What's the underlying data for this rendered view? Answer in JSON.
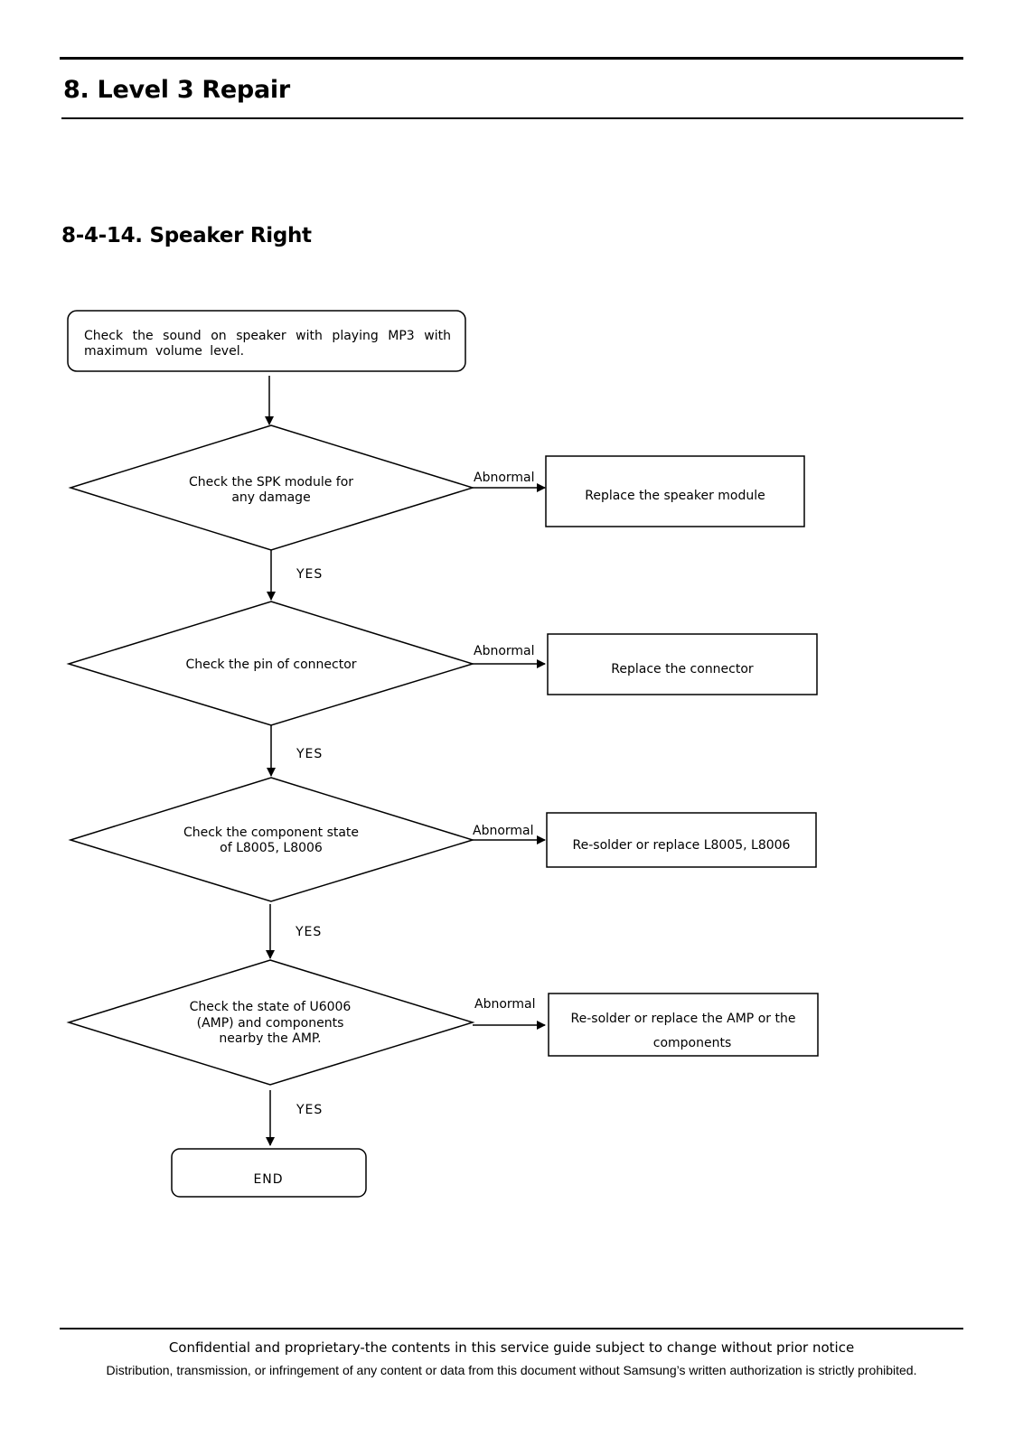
{
  "header": {
    "section_title": "8. Level 3 Repair"
  },
  "subsection": {
    "title": "8-4-14. Speaker Right"
  },
  "flowchart": {
    "start": "Check the sound on speaker with playing MP3 with maximum volume level.",
    "decisions": [
      {
        "lines": [
          "Check the SPK module for",
          "any damage"
        ]
      },
      {
        "lines": [
          "Check the pin of connector"
        ]
      },
      {
        "lines": [
          "Check the component state",
          "of L8005, L8006"
        ]
      },
      {
        "lines": [
          "Check the state of U6006",
          "(AMP) and components",
          "nearby the AMP."
        ]
      }
    ],
    "actions": [
      {
        "lines": [
          "Replace the speaker module"
        ]
      },
      {
        "lines": [
          "Replace the connector"
        ]
      },
      {
        "lines": [
          "Re-solder or replace L8005, L8006"
        ]
      },
      {
        "lines": [
          "Re-solder or replace the AMP or the",
          "components"
        ]
      }
    ],
    "abnormal_label": "Abnormal",
    "yes_label": "YES",
    "end": "END"
  },
  "footer": {
    "line1": "Confidential and proprietary-the contents in this service guide subject to change without prior notice",
    "line2": "Distribution, transmission, or infringement of any content or data from this document without Samsung’s written authorization is strictly prohibited."
  }
}
